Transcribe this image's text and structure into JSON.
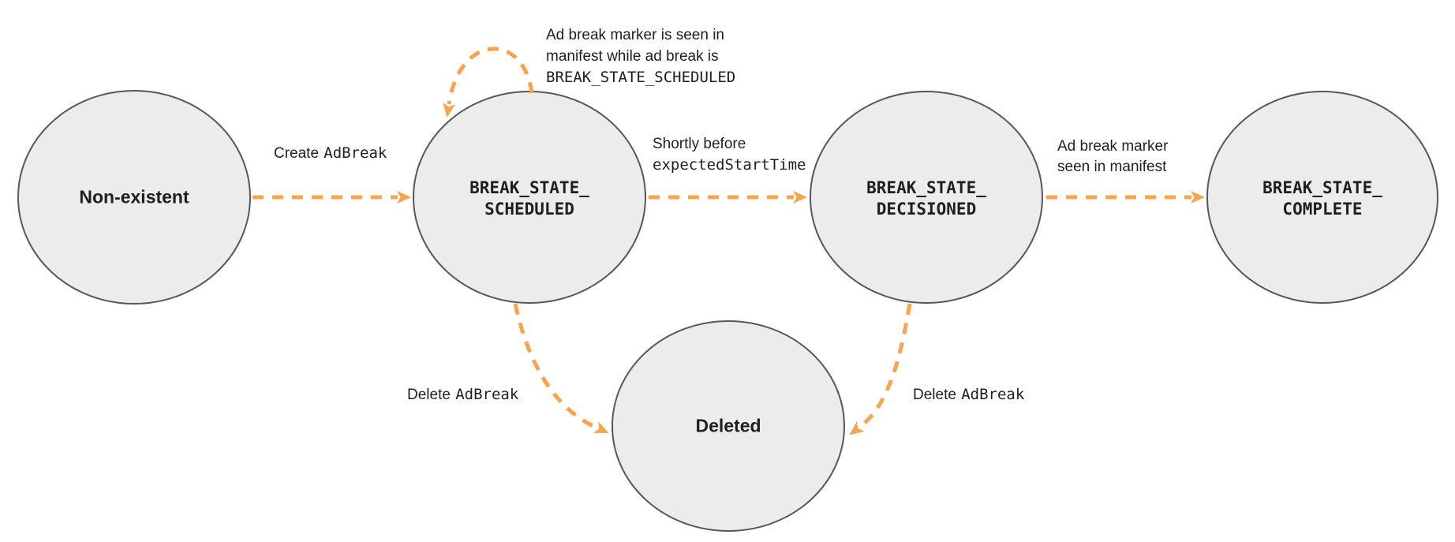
{
  "colors": {
    "arrow": "#F8A44C",
    "node_fill": "#ECECEC",
    "node_border": "#58585A",
    "text": "#1F1F1F"
  },
  "nodes": {
    "non_existent": {
      "label": "Non-existent"
    },
    "scheduled": {
      "line1": "BREAK_STATE_",
      "line2": "SCHEDULED"
    },
    "decisioned": {
      "line1": "BREAK_STATE_",
      "line2": "DECISIONED"
    },
    "complete": {
      "line1": "BREAK_STATE_",
      "line2": "COMPLETE"
    },
    "deleted": {
      "label": "Deleted"
    }
  },
  "edges": {
    "create": {
      "sans": "Create",
      "mono": "AdBreak"
    },
    "self_loop": {
      "line1": "Ad break marker is seen in",
      "line2": "manifest while ad break is",
      "line3_mono": "BREAK_STATE_SCHEDULED"
    },
    "to_decisioned": {
      "line1_sans": "Shortly before",
      "line2_mono": "expectedStartTime"
    },
    "to_complete": {
      "line1": "Ad break marker",
      "line2": "seen in manifest"
    },
    "delete_from_scheduled": {
      "sans": "Delete",
      "mono": "AdBreak"
    },
    "delete_from_decisioned": {
      "sans": "Delete",
      "mono": "AdBreak"
    }
  }
}
